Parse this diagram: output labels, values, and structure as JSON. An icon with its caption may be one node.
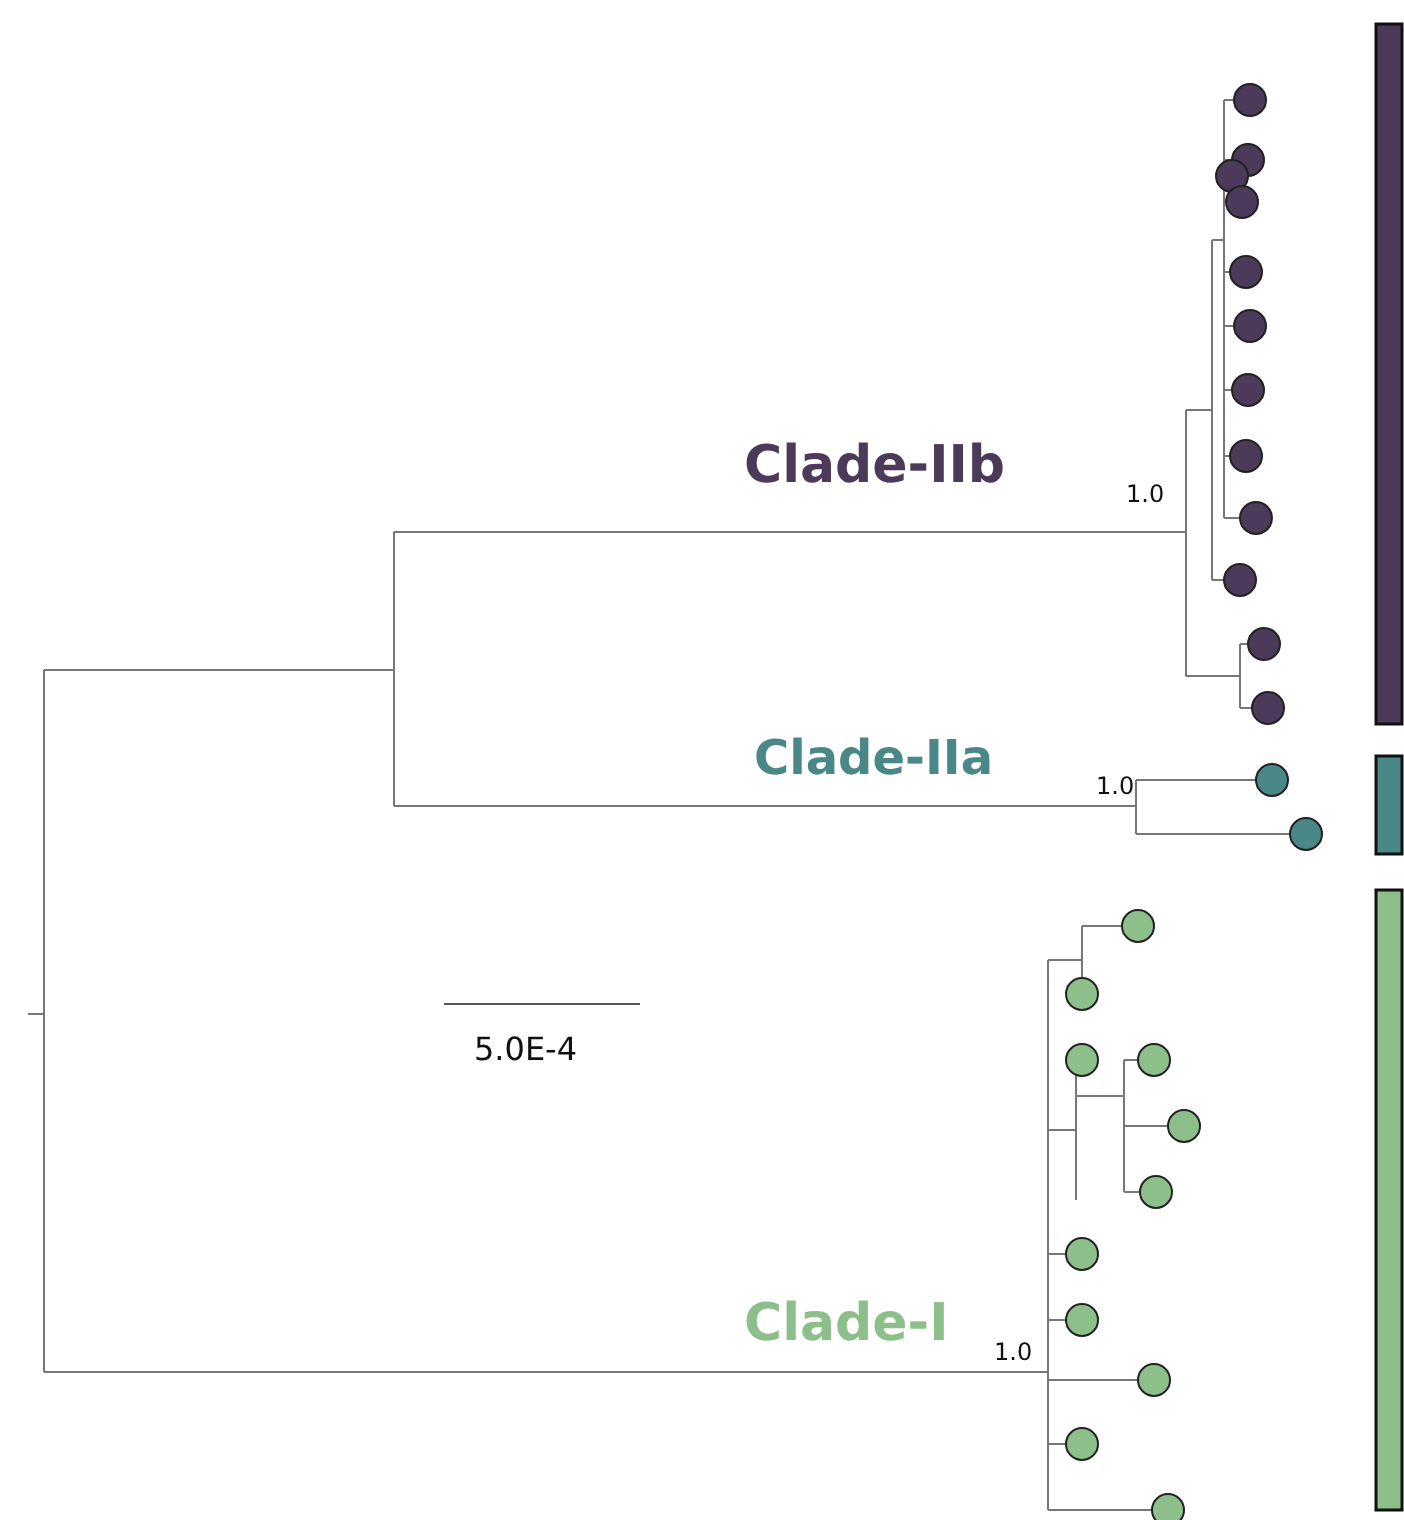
{
  "diagram": {
    "labels": [
      "Clade-IIb",
      "1.0",
      "Clade-IIa",
      "1.0",
      "5.0E-4",
      "Clade-I",
      "1.0"
    ]
  }
}
